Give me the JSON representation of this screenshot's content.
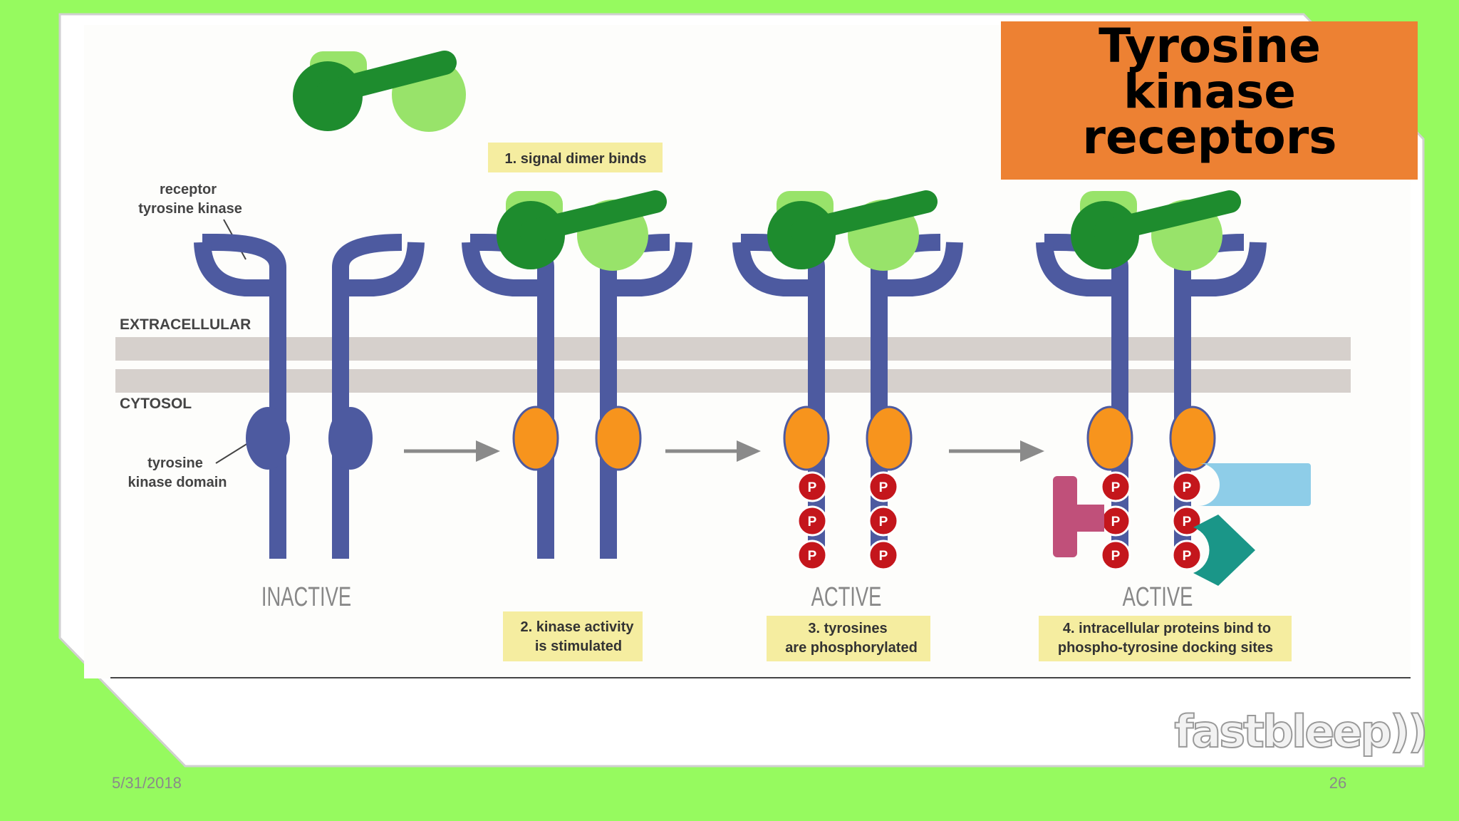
{
  "slide": {
    "title_lines": [
      "Tyrosine",
      "kinase",
      "receptors"
    ],
    "date": "5/31/2018",
    "page_number": "26",
    "background_color": "#96fa5f",
    "title_box_color": "#ed8133"
  },
  "diagram": {
    "labels": {
      "receptor_line1": "receptor",
      "receptor_line2": "tyrosine kinase",
      "extracellular": "EXTRACELLULAR",
      "cytosol": "CYTOSOL",
      "domain_line1": "tyrosine",
      "domain_line2": "kinase domain"
    },
    "states": {
      "inactive": "INACTIVE",
      "active_1": "ACTIVE",
      "active_2": "ACTIVE"
    },
    "steps": {
      "step1": "1. signal dimer binds",
      "step2_line1": "2. kinase activity",
      "step2_line2": "is stimulated",
      "step3_line1": "3. tyrosines",
      "step3_line2": "are phosphorylated",
      "step4_line1": "4. intracellular proteins bind to",
      "step4_line2": "phospho-tyrosine docking sites"
    },
    "phosphate_symbol": "P",
    "colors": {
      "receptor": "#4d5aa0",
      "kinase_domain_active": "#f7941d",
      "ligand_dark": "#1e8c2e",
      "ligand_light": "#98e36a",
      "membrane": "#d6d0cc",
      "phosphate": "#c4161c",
      "protein_pink": "#c0507a",
      "protein_blue": "#8ecde8",
      "protein_teal": "#1a9688"
    }
  },
  "logo": {
    "text": "fastbleep))"
  }
}
